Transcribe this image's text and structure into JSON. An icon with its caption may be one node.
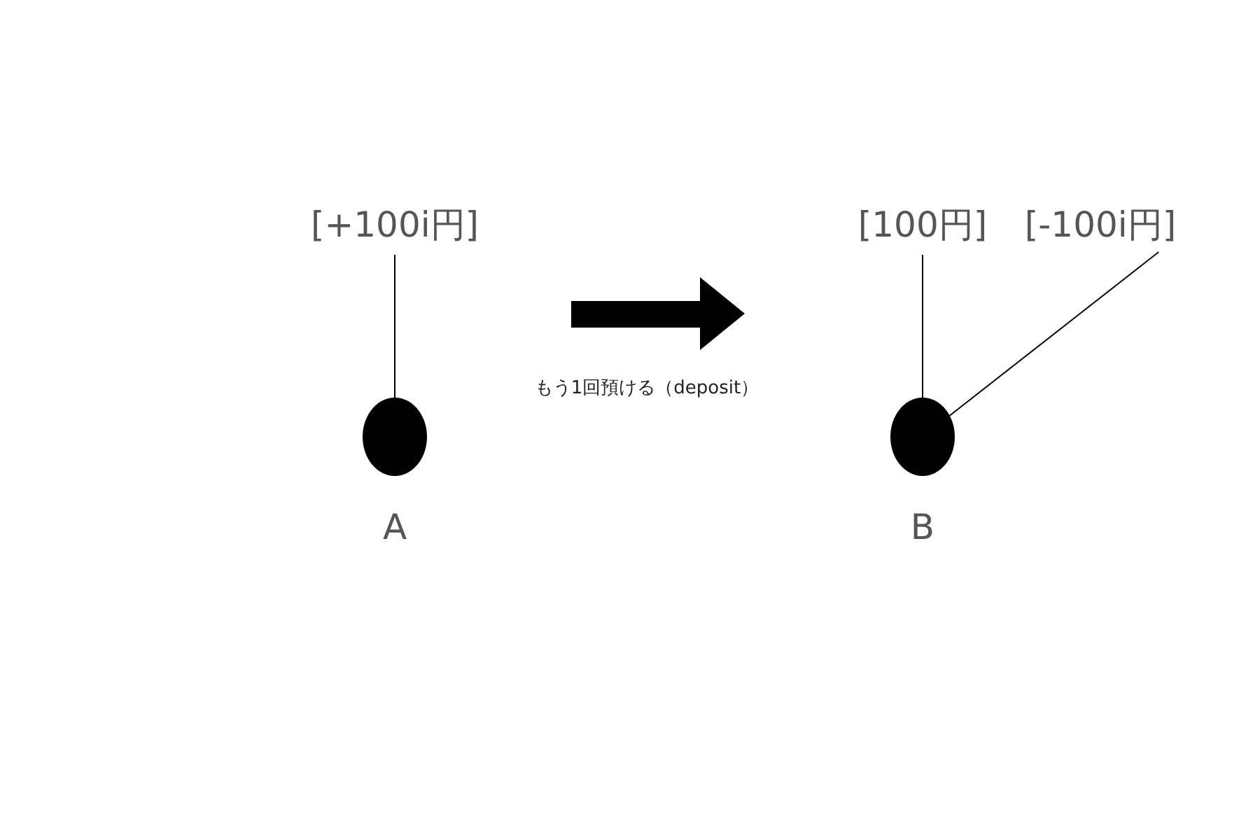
{
  "diagram": {
    "nodes": [
      {
        "text": [
          "[+100i円]"
        ]
      },
      {
        "text": [],
        "shape": "circle",
        "beside": [
          "A"
        ]
      },
      {
        "text": [],
        "shape": "circle",
        "beside": [
          "B"
        ]
      },
      {
        "text": [
          "[100円]"
        ]
      },
      {
        "text": [
          "[-100i円]"
        ]
      }
    ],
    "edges": [
      {
        "from": 0,
        "to": 1,
        "arrow": "none"
      },
      {
        "from": 3,
        "to": 2,
        "arrow": "none"
      },
      {
        "from": 4,
        "to": 2,
        "arrow": "none"
      }
    ],
    "labels": [
      "もう1回預ける（deposit）"
    ]
  }
}
